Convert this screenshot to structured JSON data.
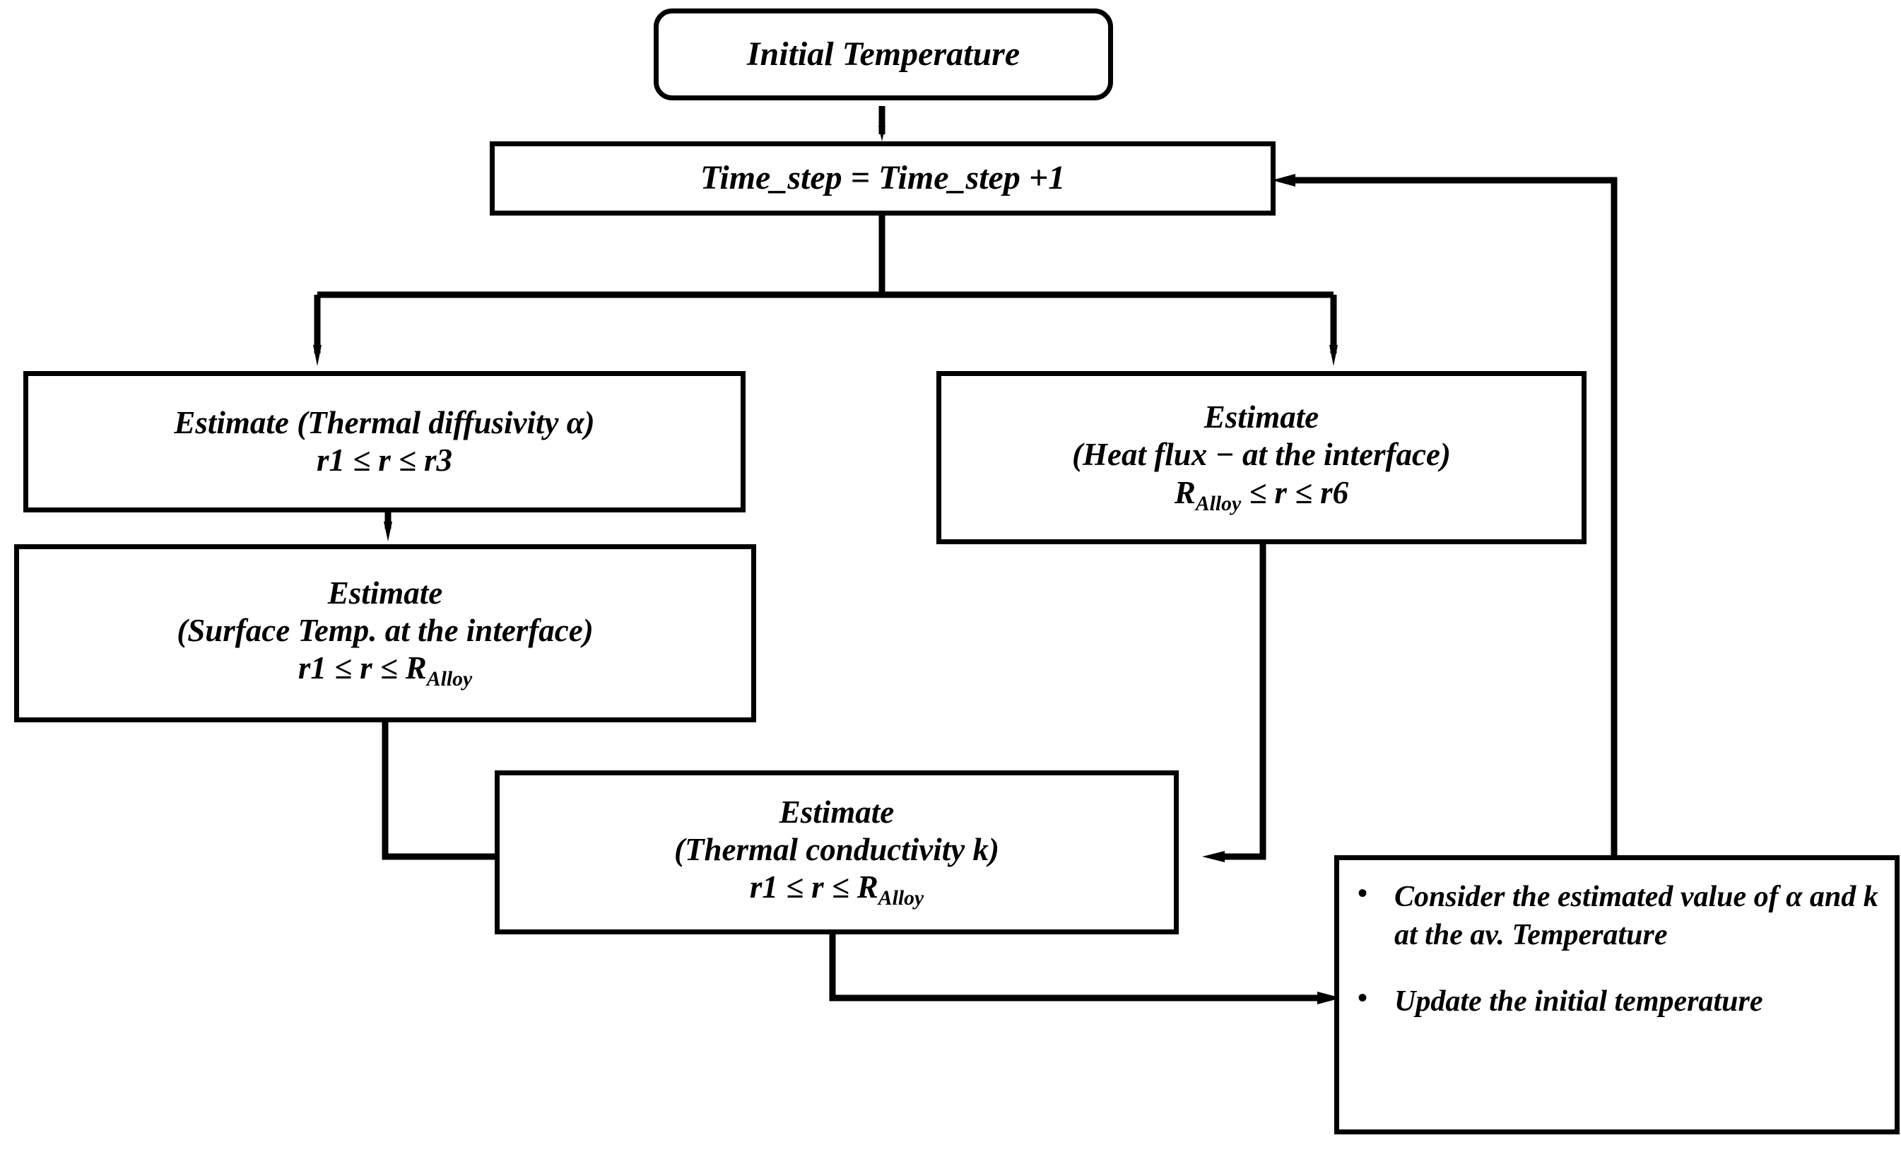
{
  "diagram": {
    "title": "Iterative thermal property estimation flowchart",
    "colors": {
      "stroke": "#000000",
      "fill": "#ffffff",
      "text": "#000000"
    },
    "nodes": {
      "initial_temperature": {
        "label": "Initial Temperature",
        "shape": "rounded-rectangle"
      },
      "time_step": {
        "label": "Time_step = Time_step +1",
        "shape": "rectangle"
      },
      "thermal_diffusivity": {
        "line1": "Estimate (Thermal diffusivity  α)",
        "line2_a": "r1 ≤ r ≤ r3",
        "shape": "rectangle"
      },
      "heat_flux": {
        "line1": "Estimate",
        "line2": "(Heat flux − at the interface)",
        "line3_main": "R",
        "line3_sub": "Alloy",
        "line3_rest": " ≤ r  ≤ r6",
        "shape": "rectangle"
      },
      "surface_temp": {
        "line1": "Estimate",
        "line2": "(Surface Temp. at the interface)",
        "line3_main": "r1 ≤ r  ≤ R",
        "line3_sub": "Alloy",
        "shape": "rectangle"
      },
      "thermal_conductivity": {
        "line1": "Estimate",
        "line2": "(Thermal conductivity  k)",
        "line3_main": "r1 ≤ r ≤ R",
        "line3_sub": "Alloy",
        "shape": "rectangle"
      },
      "update_block": {
        "bullet_marker": "•",
        "bullet1": "Consider the estimated value of α and k at the av. Temperature",
        "bullet2": "Update the initial temperature",
        "shape": "rectangle"
      }
    },
    "edges": [
      {
        "name": "initial-to-timestep",
        "from": "initial_temperature",
        "to": "time_step",
        "arrow": "down"
      },
      {
        "name": "timestep-split-left",
        "from": "time_step",
        "to": "thermal_diffusivity",
        "arrow": "down"
      },
      {
        "name": "timestep-split-right",
        "from": "time_step",
        "to": "heat_flux",
        "arrow": "down"
      },
      {
        "name": "diffusivity-to-surfacetemp",
        "from": "thermal_diffusivity",
        "to": "surface_temp",
        "arrow": "down"
      },
      {
        "name": "surfacetemp-to-conductivity",
        "from": "surface_temp",
        "to": "thermal_conductivity",
        "arrow": "right"
      },
      {
        "name": "heatflux-to-conductivity",
        "from": "heat_flux",
        "to": "thermal_conductivity",
        "arrow": "left"
      },
      {
        "name": "conductivity-to-update",
        "from": "thermal_conductivity",
        "to": "update_block",
        "arrow": "right"
      },
      {
        "name": "update-feedback-to-timestep",
        "from": "update_block",
        "to": "time_step",
        "arrow": "left"
      }
    ]
  }
}
